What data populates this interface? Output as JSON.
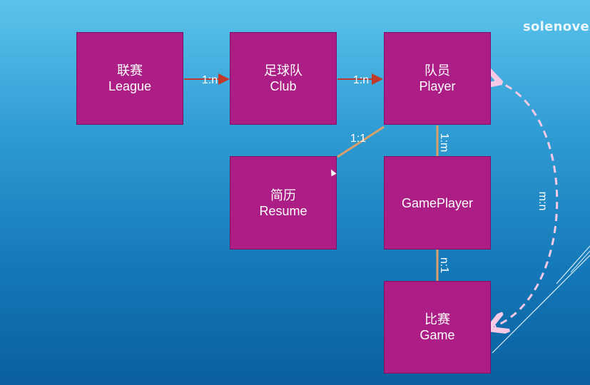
{
  "brand": "solenovex",
  "entities": {
    "league": {
      "zh": "联赛",
      "en": "League"
    },
    "club": {
      "zh": "足球队",
      "en": "Club"
    },
    "player": {
      "zh": "队员",
      "en": "Player"
    },
    "resume": {
      "zh": "简历",
      "en": "Resume"
    },
    "gameplayer": {
      "en": "GamePlayer"
    },
    "game": {
      "zh": "比赛",
      "en": "Game"
    }
  },
  "relations": {
    "league_club": "1:n",
    "club_player": "1:n",
    "player_resume": "1:1",
    "player_gameplayer": "1:m",
    "gameplayer_game": "n:1",
    "player_game": "m:n"
  },
  "colors": {
    "entity_fill": "#ad1d86",
    "arrow_red": "#c0392b",
    "link_tan": "#d9a06b",
    "dashed_pink": "#f6c9e4"
  }
}
